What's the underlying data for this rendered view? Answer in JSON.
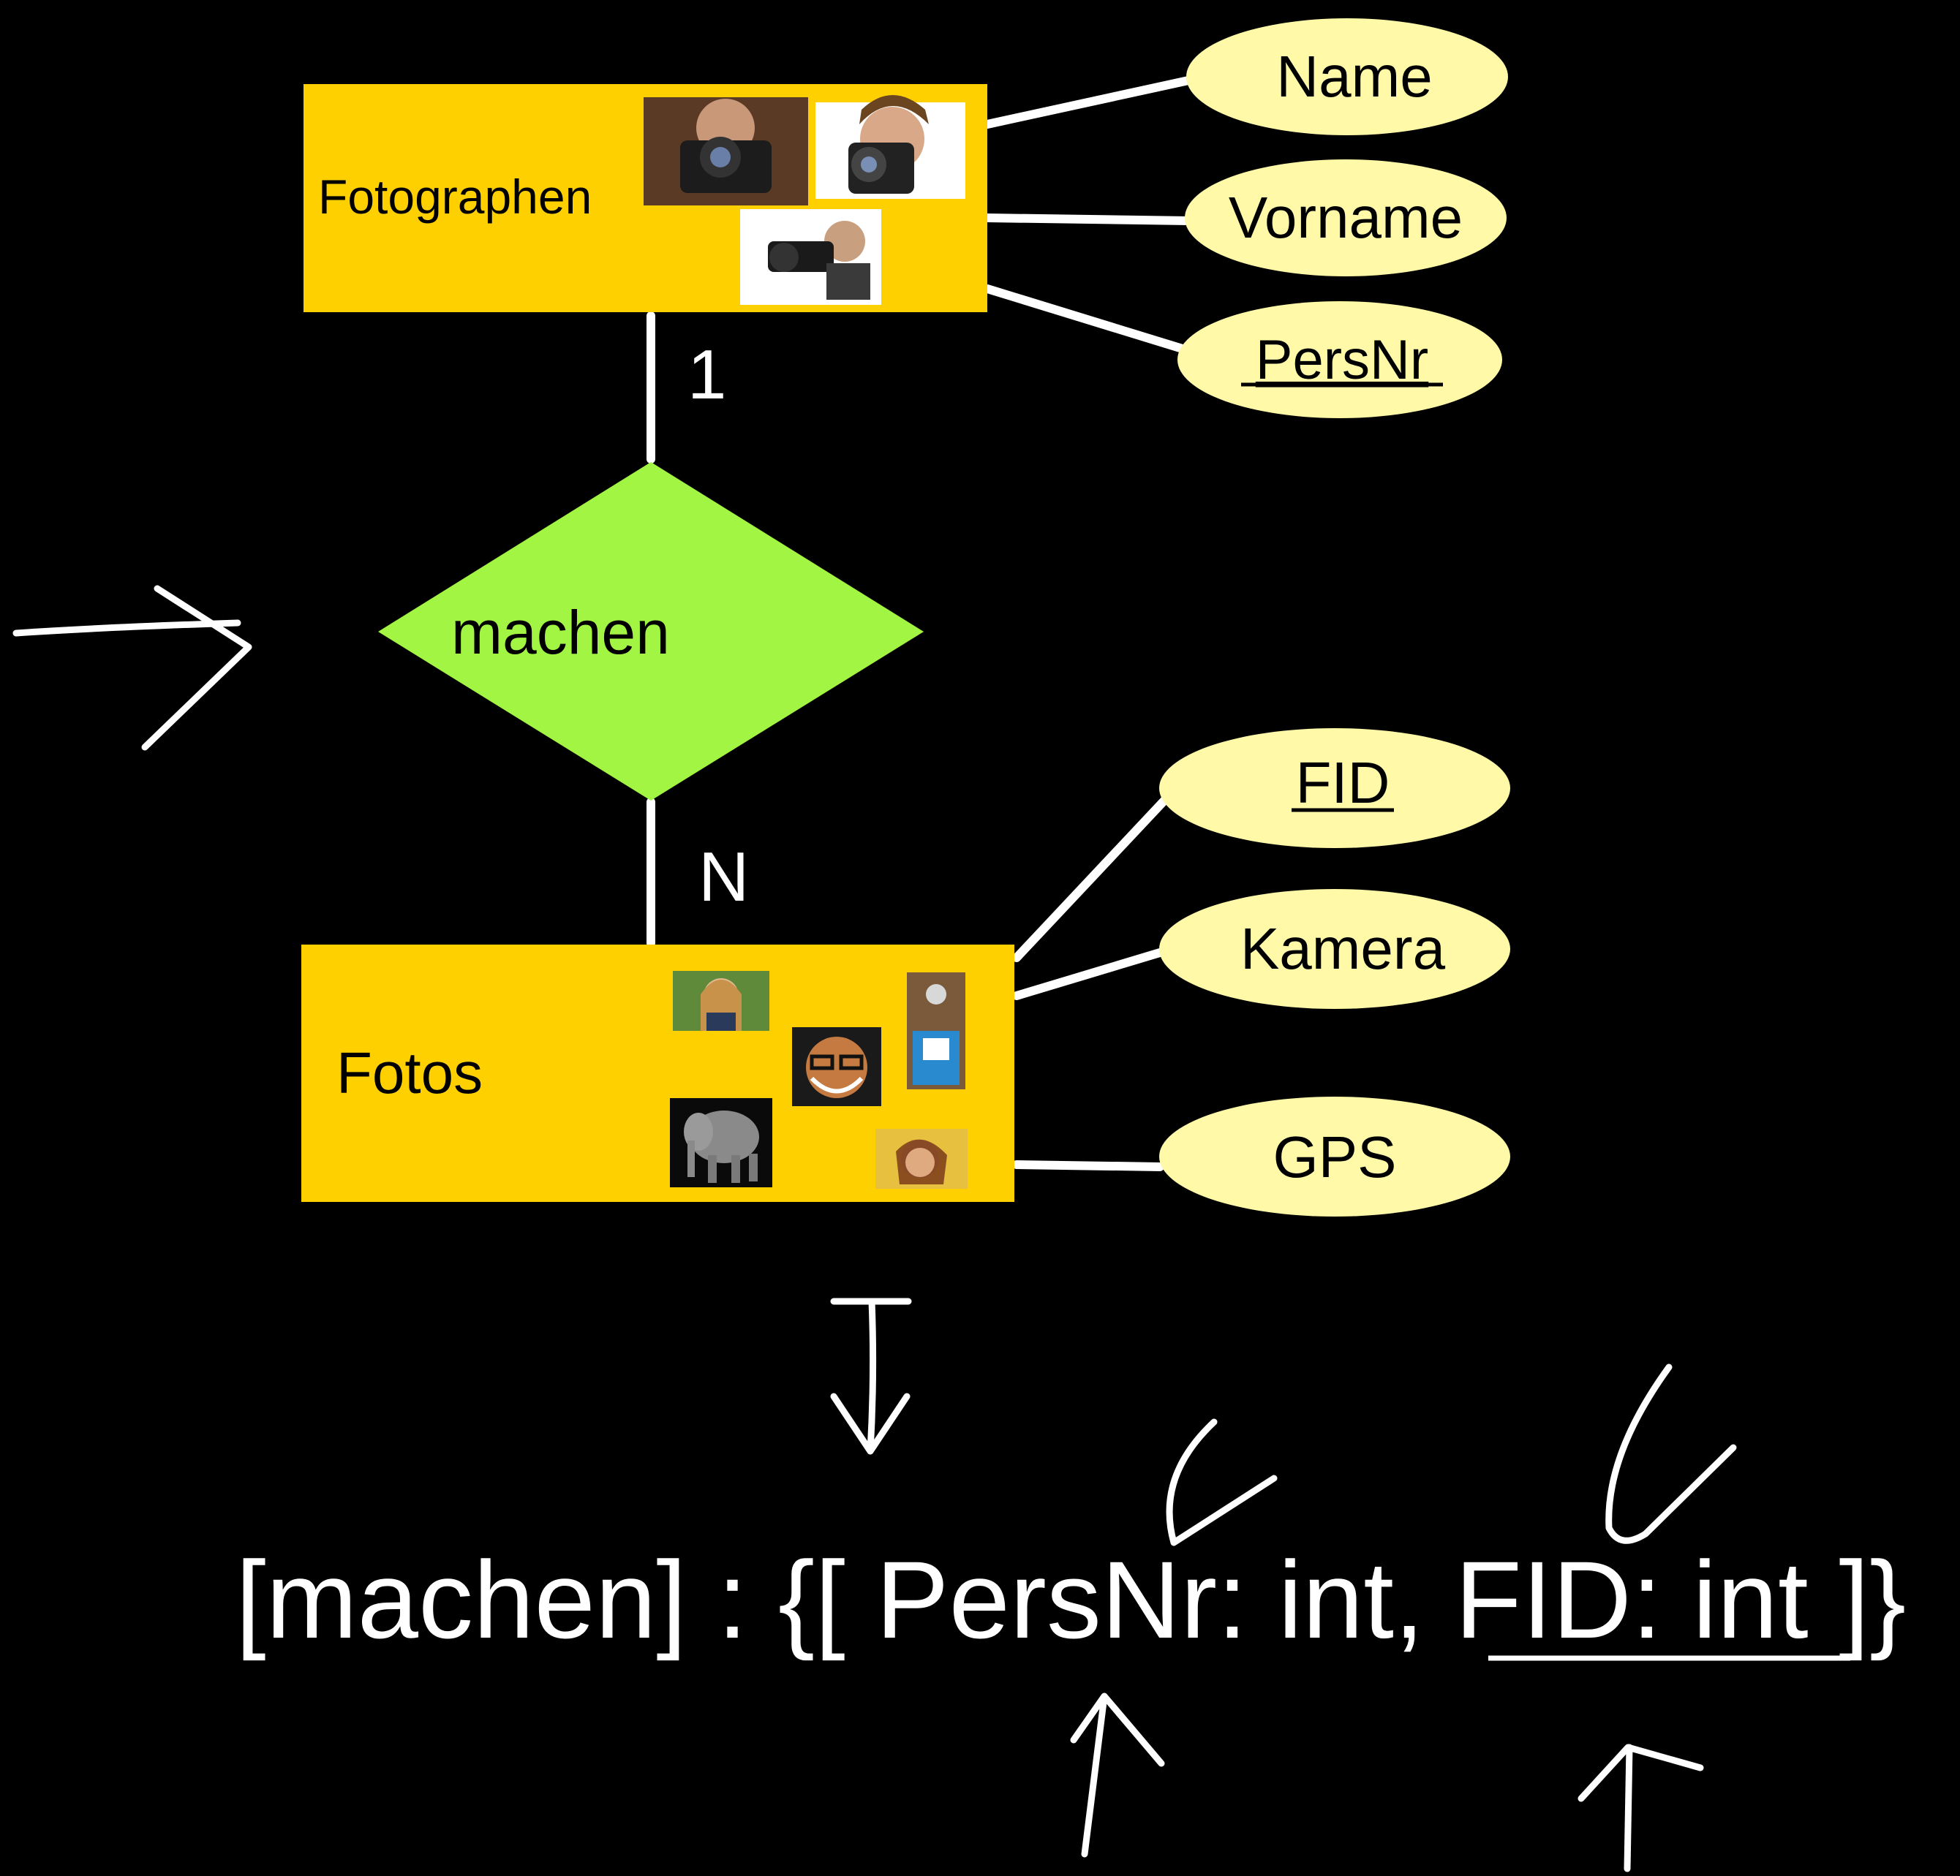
{
  "colors": {
    "background": "#000000",
    "entity_fill": "#ffd000",
    "relationship_fill": "#a2f542",
    "attribute_fill": "#fff9a8",
    "line": "#ffffff",
    "text": "#000000",
    "handwriting": "#ffffff"
  },
  "entities": {
    "fotographen": {
      "label": "Fotographen",
      "images": [
        "photographer-1",
        "photographer-2",
        "photographer-3"
      ]
    },
    "fotos": {
      "label": "Fotos",
      "images": [
        "photo-woman-outdoor",
        "photo-man-glasses",
        "photo-booth",
        "photo-elephant",
        "photo-woman-flowers"
      ]
    }
  },
  "relationship": {
    "label": "machen"
  },
  "cardinalities": {
    "top": "1",
    "bottom": "N"
  },
  "attributes": {
    "fotographen": [
      {
        "label": "Name",
        "key": false
      },
      {
        "label": "Vorname",
        "key": false
      },
      {
        "label": "PersNr",
        "key": true
      }
    ],
    "fotos": [
      {
        "label": "FID",
        "key": true
      },
      {
        "label": "Kamera",
        "key": false
      },
      {
        "label": "GPS",
        "key": false
      }
    ]
  },
  "schema": {
    "prefix": "[machen] : {[ ",
    "field1": "PersNr: int,",
    "field2": "FID: int",
    "suffix": " ]}"
  },
  "annotations": [
    "handwritten-arrow-to-relationship",
    "handwritten-mapsto-arrow",
    "handwritten-check-persnr",
    "handwritten-check-fid",
    "handwritten-up-arrow-persnr",
    "handwritten-up-arrow-fid"
  ]
}
